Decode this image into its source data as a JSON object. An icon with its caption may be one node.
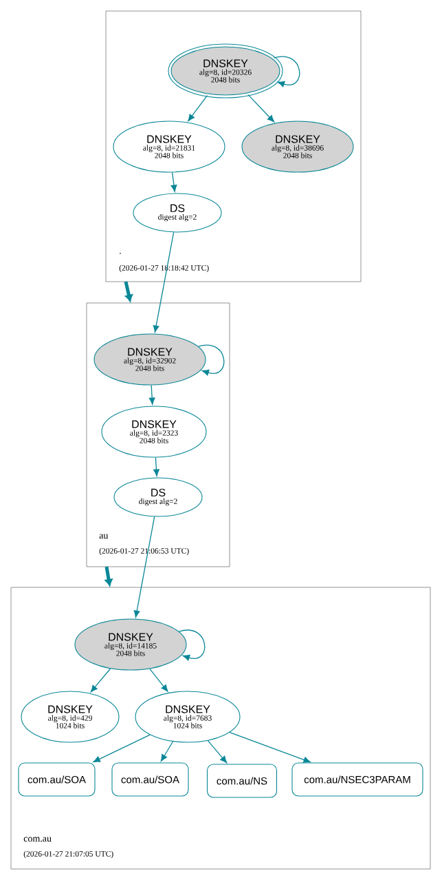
{
  "diagram": {
    "nodes": [
      {
        "text": [
          ".",
          "(2026-01-27 18:18:42 UTC)"
        ]
      },
      {
        "text": [
          "DNSKEY",
          "alg=8, id=20326",
          "2048 bits"
        ],
        "in": 0
      },
      {
        "text": [
          "DNSKEY",
          "alg=8, id=21831",
          "2048 bits"
        ],
        "in": 0
      },
      {
        "text": [
          "DNSKEY",
          "alg=8, id=38696",
          "2048 bits"
        ],
        "in": 0
      },
      {
        "text": [
          "DS",
          "digest alg=2"
        ],
        "in": 0
      },
      {
        "text": [
          "au",
          "(2026-01-27 21:06:53 UTC)"
        ]
      },
      {
        "text": [
          "DNSKEY",
          "alg=8, id=32902",
          "2048 bits"
        ],
        "in": 5
      },
      {
        "text": [
          "DNSKEY",
          "alg=8, id=2323",
          "2048 bits"
        ],
        "in": 5
      },
      {
        "text": [
          "DS",
          "digest alg=2"
        ],
        "in": 5
      },
      {
        "text": [
          "com.au",
          "(2026-01-27 21:07:05 UTC)"
        ]
      },
      {
        "text": [
          "DNSKEY",
          "alg=8, id=14185",
          "2048 bits"
        ],
        "in": 9
      },
      {
        "text": [
          "DNSKEY",
          "alg=8, id=429",
          "1024 bits"
        ],
        "in": 9
      },
      {
        "text": [
          "DNSKEY",
          "alg=8, id=7683",
          "1024 bits"
        ],
        "in": 9
      },
      {
        "text": [
          "com.au/SOA"
        ],
        "in": 9
      },
      {
        "text": [
          "com.au/SOA"
        ],
        "in": 9
      },
      {
        "text": [
          "com.au/NS"
        ],
        "in": 9
      },
      {
        "text": [
          "com.au/NSEC3PARAM"
        ],
        "in": 9
      }
    ],
    "edges": [
      {
        "from": 1,
        "to": 1,
        "arrow": "to"
      },
      {
        "from": 1,
        "to": 2,
        "arrow": "to"
      },
      {
        "from": 1,
        "to": 3,
        "arrow": "to"
      },
      {
        "from": 2,
        "to": 4,
        "arrow": "to"
      },
      {
        "from": 0,
        "to": 5,
        "arrow": "to",
        "style": "thick"
      },
      {
        "from": 4,
        "to": 6,
        "arrow": "to"
      },
      {
        "from": 6,
        "to": 6,
        "arrow": "to"
      },
      {
        "from": 6,
        "to": 7,
        "arrow": "to"
      },
      {
        "from": 7,
        "to": 8,
        "arrow": "to"
      },
      {
        "from": 5,
        "to": 9,
        "arrow": "to",
        "style": "thick"
      },
      {
        "from": 8,
        "to": 10,
        "arrow": "to"
      },
      {
        "from": 10,
        "to": 10,
        "arrow": "to"
      },
      {
        "from": 10,
        "to": 11,
        "arrow": "to"
      },
      {
        "from": 10,
        "to": 12,
        "arrow": "to"
      },
      {
        "from": 12,
        "to": 13,
        "arrow": "to"
      },
      {
        "from": 12,
        "to": 14,
        "arrow": "to"
      },
      {
        "from": 12,
        "to": 15,
        "arrow": "to"
      },
      {
        "from": 12,
        "to": 16,
        "arrow": "to"
      }
    ]
  }
}
